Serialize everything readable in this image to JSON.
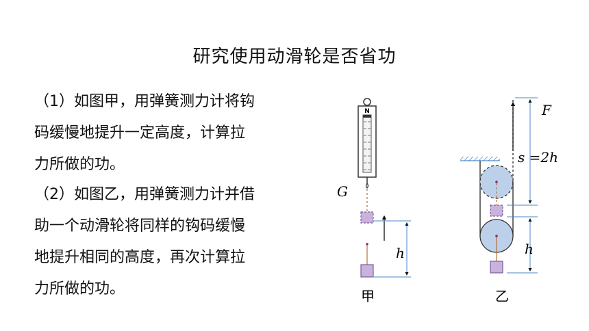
{
  "slide": {
    "title": "研究使用动滑轮是否省功",
    "step1_lines": [
      "（1）如图甲，用弹簧测力计将钩",
      "码缓慢地提升一定高度，计算拉",
      "力所做的功。"
    ],
    "step2_lines": [
      "（2）如图乙，用弹簧测力计并借",
      "助一个动滑轮将同样的钩码缓慢",
      "地提升相同的高度，再次计算拉",
      "力所做的功。"
    ]
  },
  "figure_jia": {
    "scale_unit": "N",
    "label_g": "G",
    "label_h": "h",
    "caption": "甲"
  },
  "figure_yi": {
    "label_f": "F",
    "label_s": "s =2h",
    "label_h": "h",
    "caption": "乙"
  },
  "colors": {
    "weight_fill": "#c9b3dd",
    "weight_stroke": "#7a5aa0",
    "pulley_fill": "#bcd0ea",
    "dimension_line": "#4a86c8",
    "string": "#b0703a"
  }
}
